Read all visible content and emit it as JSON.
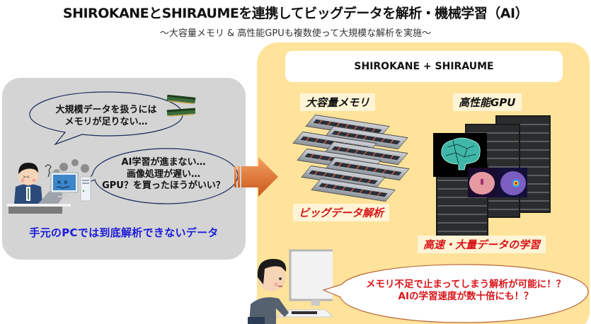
{
  "header": {
    "title": "SHIROKANEとSHIRAUMEを連携してビッグデータを解析・機械学習（AI）",
    "subtitle": "〜大容量メモリ & 高性能GPUも複数使って大規模な解析を実施〜"
  },
  "left_panel": {
    "bubble_top": {
      "line1": "大規模データを扱うには",
      "line2": "メモリが足りない…"
    },
    "bubble_bottom": {
      "line1": "AI学習が進まない…",
      "line2": "画像処理が遅い…",
      "line3": "GPU？を買ったほうがいい？"
    },
    "footer": "手元のPCでは到底解析できないデータ",
    "icons": [
      "memory-stick-icon",
      "worried-person-icon",
      "crashed-pc-icon",
      "smoke-icon"
    ]
  },
  "right_panel": {
    "header": "SHIROKANE + SHIRAUME",
    "memory": {
      "label": "大容量メモリ",
      "caption": "ビッグデータ解析"
    },
    "gpu": {
      "label": "高性能GPU",
      "caption": "高速・大量データの学習"
    },
    "result_bubble": {
      "line1": "メモリ不足で止まってしまう解析が可能に！？",
      "line2": "AIの学習速度が数十倍にも！？"
    },
    "icons": [
      "server-stack-icon",
      "rack-server-icon",
      "brain-network-icon",
      "heatmap-icon",
      "happy-person-icon"
    ]
  },
  "colors": {
    "left_panel_bg": "#d4d4d4",
    "right_panel_bg": "#ffe39b",
    "footer_text": "#1a1adb",
    "caption_red": "#d8141a",
    "arrow": "#e87a2e"
  }
}
